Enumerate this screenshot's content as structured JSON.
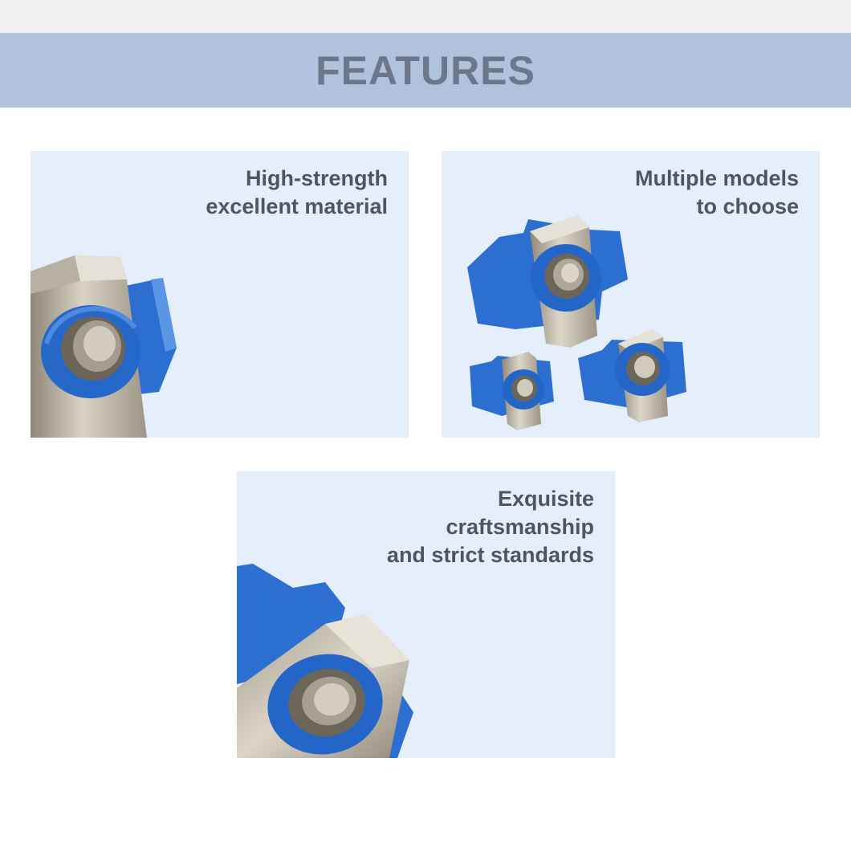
{
  "header": {
    "title": "FEATURES"
  },
  "cards": [
    {
      "lines": [
        "High-strength",
        "excellent material"
      ]
    },
    {
      "lines": [
        "Multiple models",
        "to choose"
      ]
    },
    {
      "lines": [
        "Exquisite",
        "craftsmanship",
        "and strict standards"
      ]
    }
  ],
  "colors": {
    "banner": "#b1c2dc",
    "banner_text": "#6c7789",
    "card_bg": "#e5eefb",
    "caption_text": "#4f5563",
    "nut_blue": "#2d6fd1",
    "nut_metal": "#b5ad9f"
  }
}
